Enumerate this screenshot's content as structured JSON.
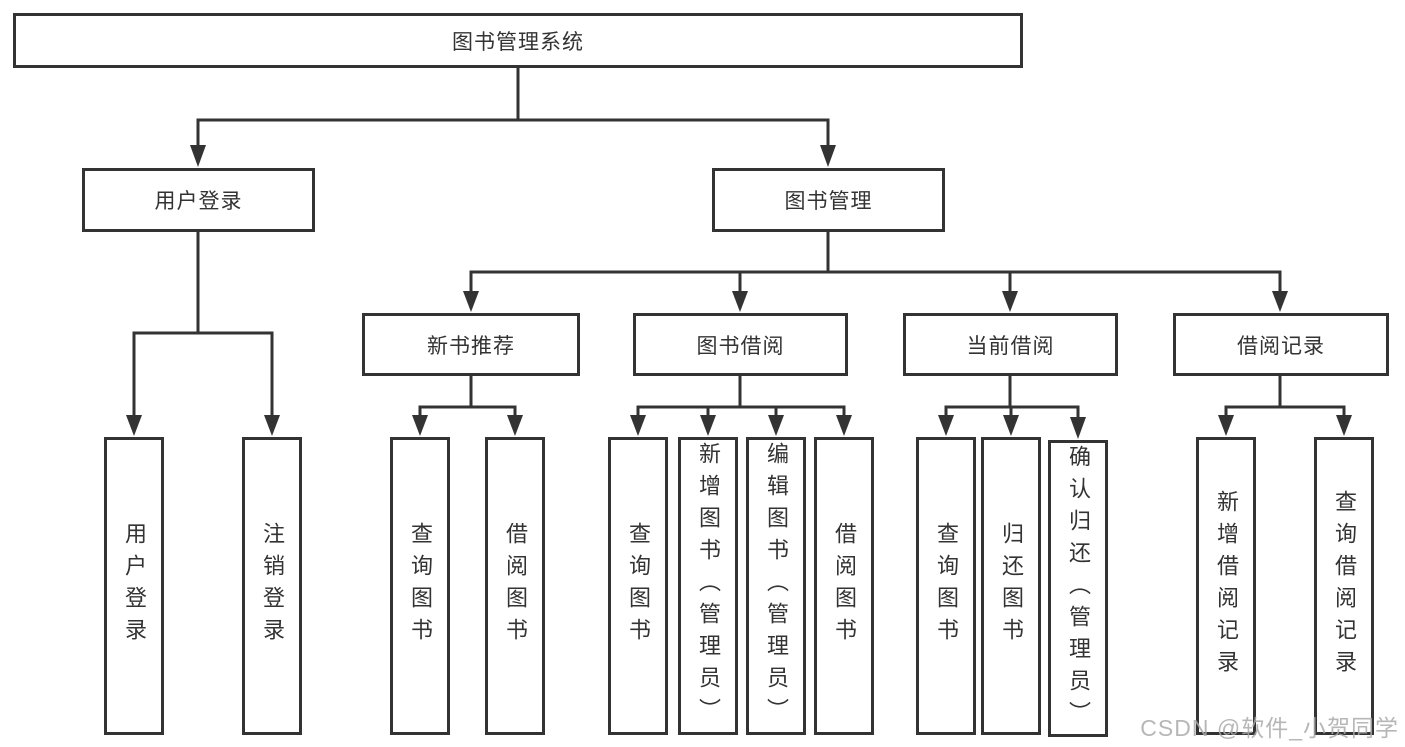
{
  "diagram": {
    "title_node": "图书管理系统",
    "tree": {
      "root": {
        "label": "图书管理系统"
      },
      "branches": [
        {
          "label": "用户登录",
          "children": [
            {
              "label": "用户登录"
            },
            {
              "label": "注销登录"
            }
          ]
        },
        {
          "label": "图书管理",
          "children": [
            {
              "label": "新书推荐",
              "children": [
                {
                  "label": "查询图书"
                },
                {
                  "label": "借阅图书"
                }
              ]
            },
            {
              "label": "图书借阅",
              "children": [
                {
                  "label": "查询图书"
                },
                {
                  "label": "新增图书（管理员）"
                },
                {
                  "label": "编辑图书（管理员）"
                },
                {
                  "label": "借阅图书"
                }
              ]
            },
            {
              "label": "当前借阅",
              "children": [
                {
                  "label": "查询图书"
                },
                {
                  "label": "归还图书"
                },
                {
                  "label": "确认归还（管理员）"
                }
              ]
            },
            {
              "label": "借阅记录",
              "children": [
                {
                  "label": "新增借阅记录"
                },
                {
                  "label": "查询借阅记录"
                }
              ]
            }
          ]
        }
      ]
    }
  },
  "watermark": {
    "text": "CSDN @软件_小贺同学"
  },
  "colors": {
    "line": "#333333",
    "text": "#333333",
    "box_background": "#ffffff",
    "watermark": "#aaaaaa",
    "background": "#ffffff"
  }
}
